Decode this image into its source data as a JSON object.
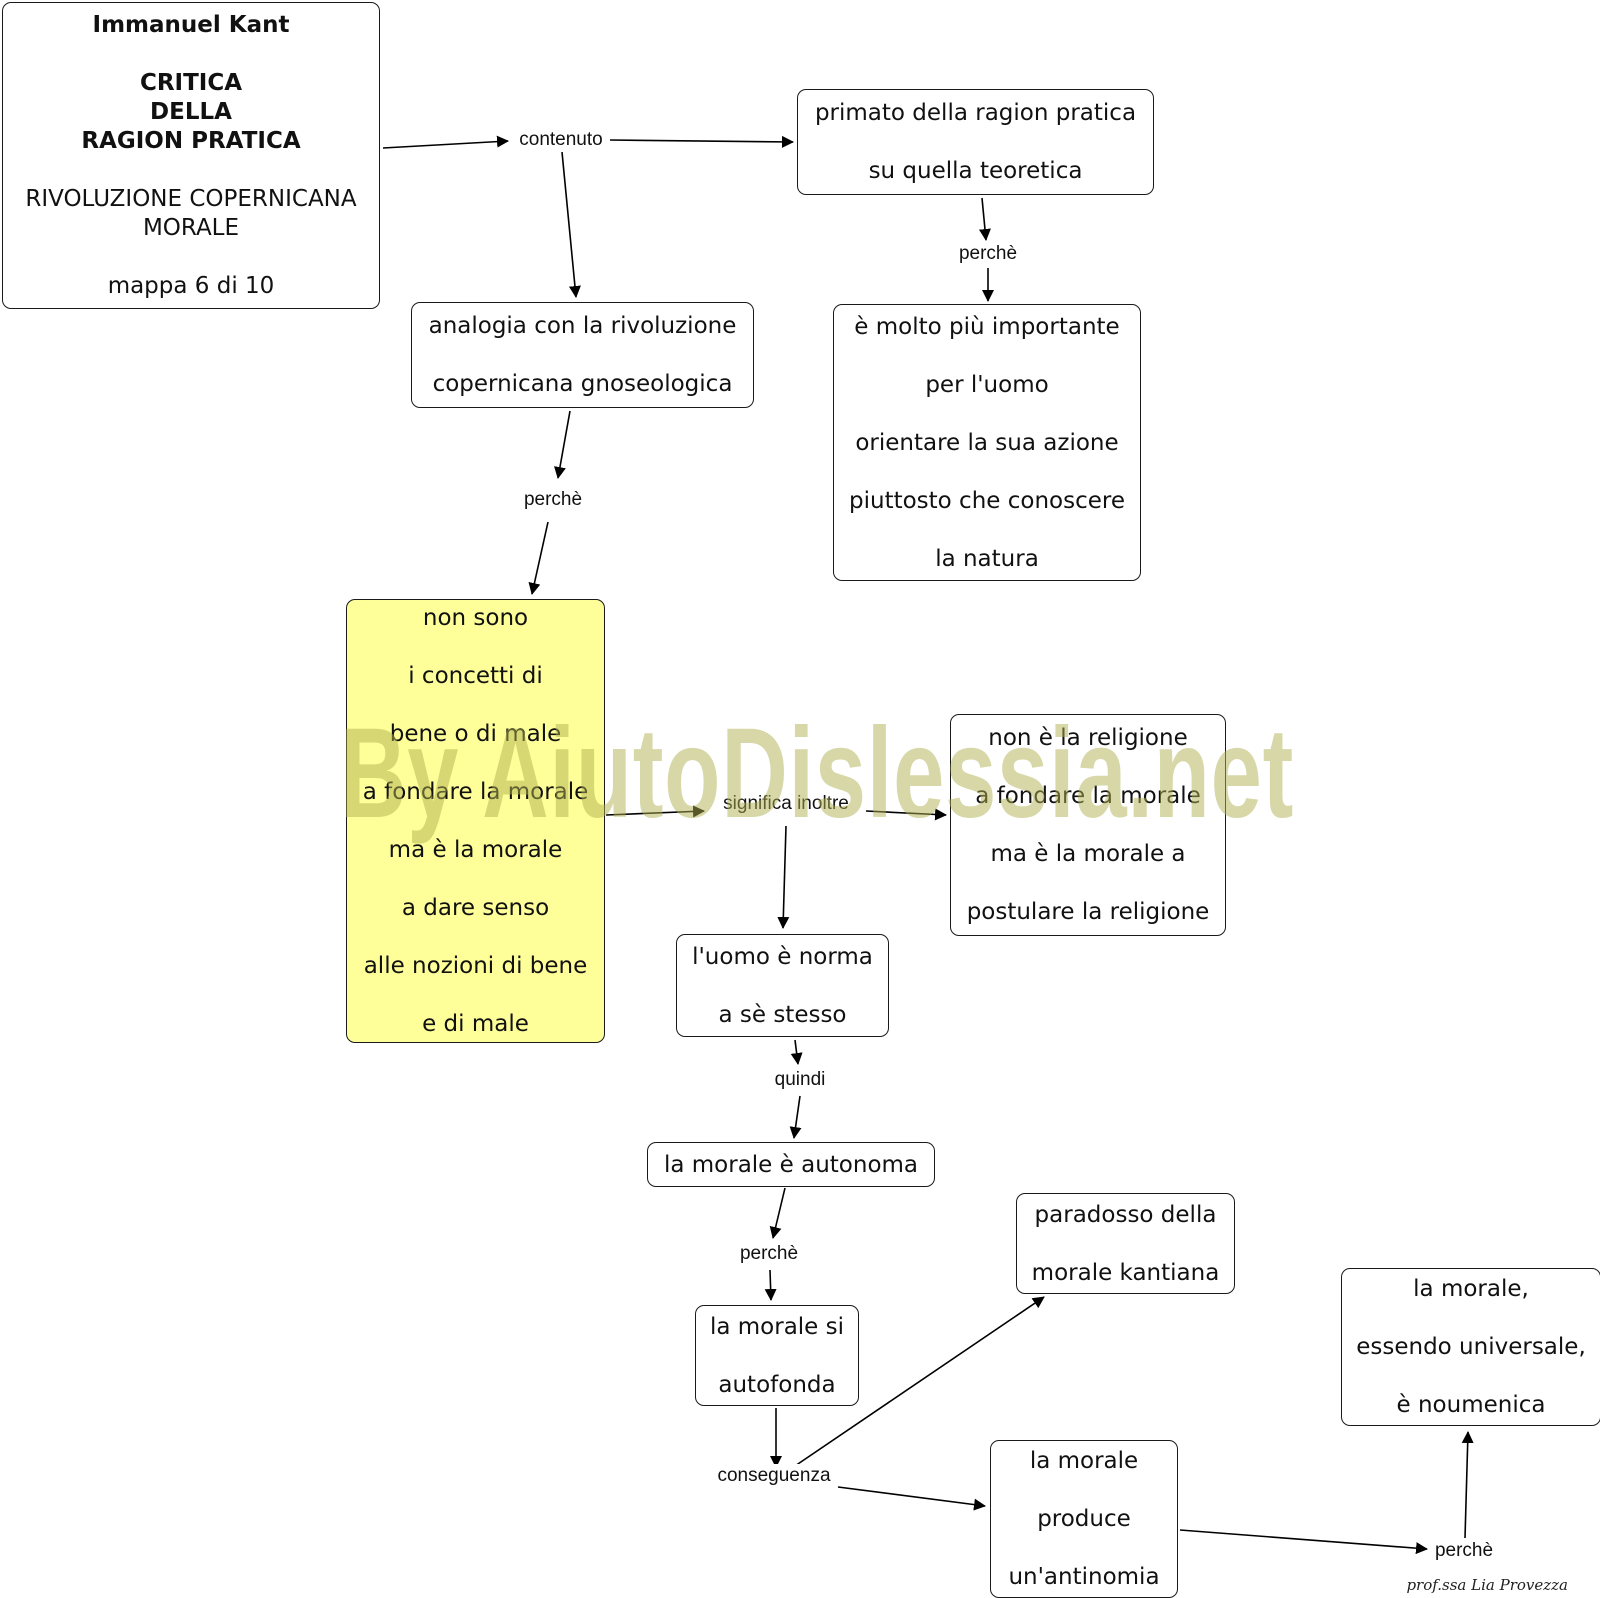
{
  "title_node": {
    "line1": "Immanuel Kant",
    "line2": "CRITICA",
    "line3": "DELLA",
    "line4": "RAGION PRATICA",
    "line5": "RIVOLUZIONE COPERNICANA",
    "line6": "MORALE",
    "line7": "mappa 6 di 10"
  },
  "nodes": {
    "primato": [
      "primato della ragion pratica",
      "su quella teoretica"
    ],
    "importante": [
      "è molto più importante",
      "per l'uomo",
      "orientare la sua azione",
      "piuttosto che conoscere",
      "la natura"
    ],
    "analogia": [
      "analogia con la rivoluzione",
      "copernicana gnoseologica"
    ],
    "concetti": [
      "non sono",
      "i concetti di",
      "bene o di male",
      "a fondare la morale",
      "ma è la morale",
      "a dare senso",
      "alle nozioni di bene",
      "e di male"
    ],
    "religione": [
      "non è la religione",
      "a fondare la morale",
      "ma è la morale a",
      "postulare la religione"
    ],
    "norma": [
      "l'uomo è norma",
      "a sè stesso"
    ],
    "autonoma": [
      "la morale è autonoma"
    ],
    "autofonda": [
      "la morale si",
      "autofonda"
    ],
    "paradosso": [
      "paradosso della",
      "morale kantiana"
    ],
    "antinomia": [
      "la morale",
      "produce",
      "un'antinomia"
    ],
    "noumenica": [
      "la morale,",
      "essendo universale,",
      "è noumenica"
    ]
  },
  "links": {
    "contenuto": "contenuto",
    "perche_1": "perchè",
    "perche_2": "perchè",
    "significa": "significa inoltre",
    "quindi": "quindi",
    "perche_3": "perchè",
    "conseguenza": "conseguenza",
    "perche_4": "perchè"
  },
  "watermark": "By AiutoDislessia.net",
  "signature": "prof.ssa Lia Provezza"
}
